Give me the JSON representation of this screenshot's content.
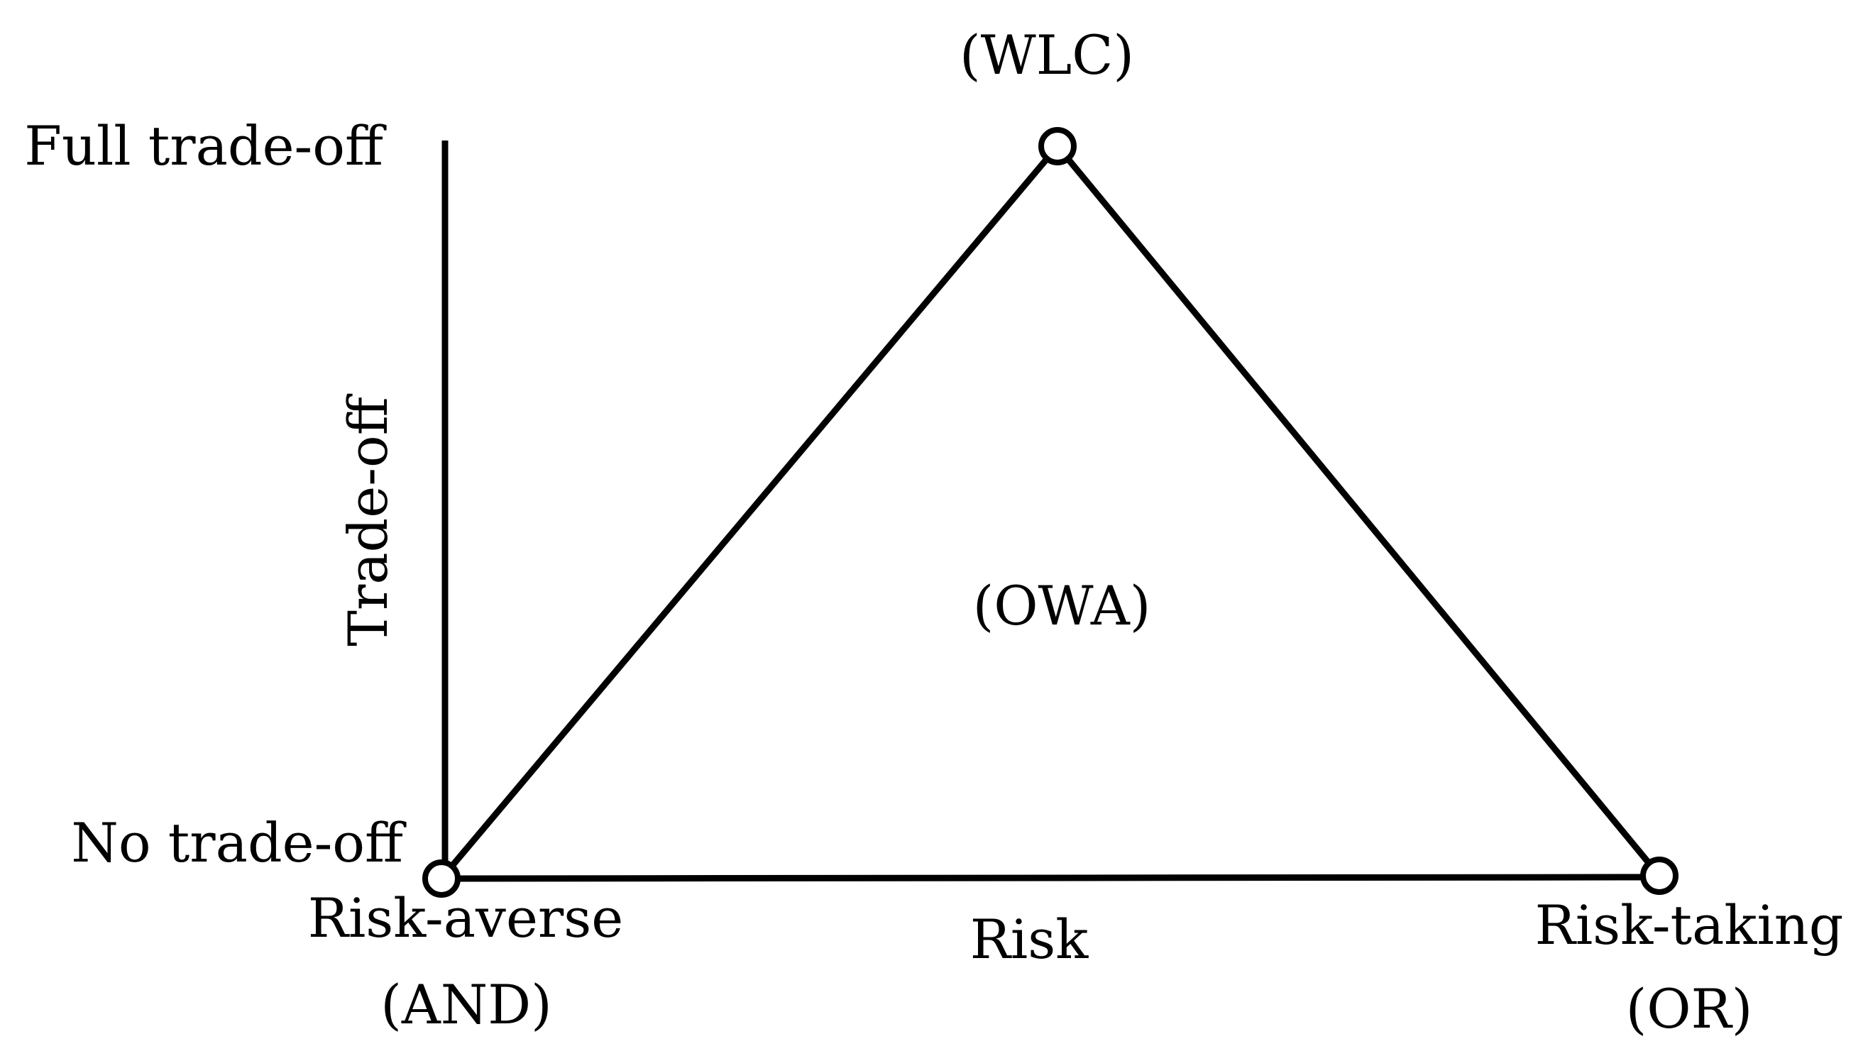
{
  "diagram": {
    "vertices": {
      "top": "(WLC)",
      "center": "(OWA)",
      "bottom_left_line1": "Risk-averse",
      "bottom_left_line2": "(AND)",
      "bottom_right_line1": "Risk-taking",
      "bottom_right_line2": "(OR)"
    },
    "y_axis": {
      "title": "Trade-off",
      "top_label": "Full trade-off",
      "bottom_label": "No trade-off"
    },
    "x_axis": {
      "title": "Risk"
    },
    "colors": {
      "stroke": "#000000",
      "background": "#ffffff"
    }
  }
}
